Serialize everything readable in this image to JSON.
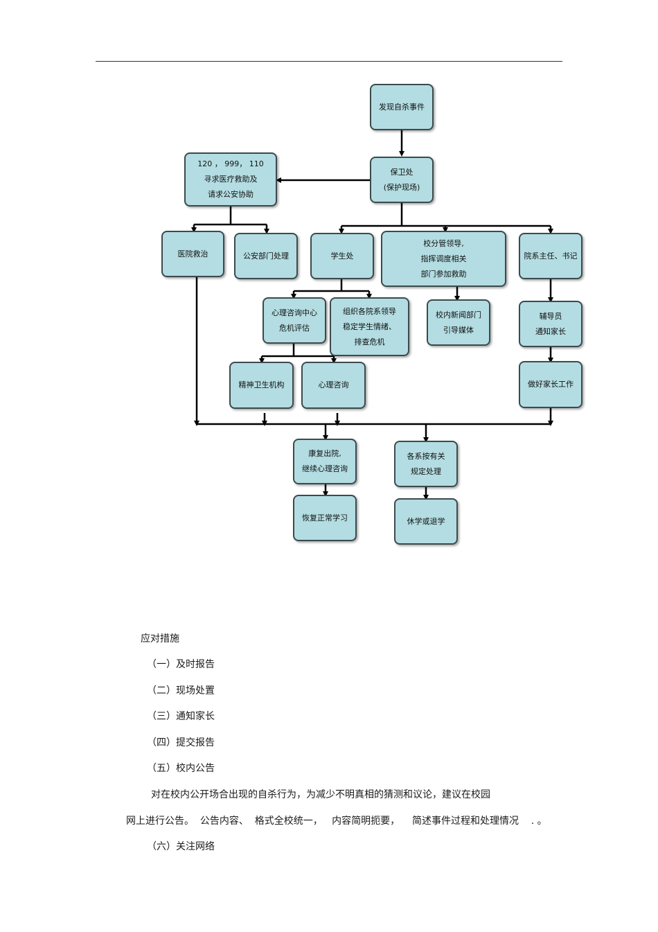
{
  "flowchart": {
    "discover": "发现自杀事件",
    "security": "保卫处\n(保护现场)",
    "emergency": "120 ， 999， 110\n寻求医疗救助及\n请求公安协助",
    "hospital": "医院救治",
    "police": "公安部门处理",
    "student_affairs": "学生处",
    "school_leader": "校分管领导,\n指挥调度相关\n部门参加救助",
    "dean": "院系主任、书记",
    "counseling_center": "心理咨询中心\n危机评估",
    "organize": "组织各院系领导\n稳定学生情绪、\n排查危机",
    "news": "校内新闻部门\n引导媒体",
    "counselor": "辅导员\n通知家长",
    "mental_health": "精神卫生机构",
    "counseling": "心理咨询",
    "parents": "做好家长工作",
    "recover": "康复出院,\n继续心理咨询",
    "dept_handle": "各系按有关\n规定处理",
    "resume": "恢复正常学习",
    "withdraw": "休学或退学"
  },
  "text": {
    "heading": "应对措施",
    "item1": "（一）及时报告",
    "item2": "（二）现场处置",
    "item3": "（三）通知家长",
    "item4": "（四）提交报告",
    "item5": "（五）校内公告",
    "para_line1": "对在校内公开场合出现的自杀行为，为减少不明真相的猜测和议论，建议在校园",
    "para_line2": "网上进行公告。  公告内容、  格式全校统一，   内容简明扼要，    简述事件过程和处理情况    . 。",
    "item6": "（六）关注网络"
  }
}
